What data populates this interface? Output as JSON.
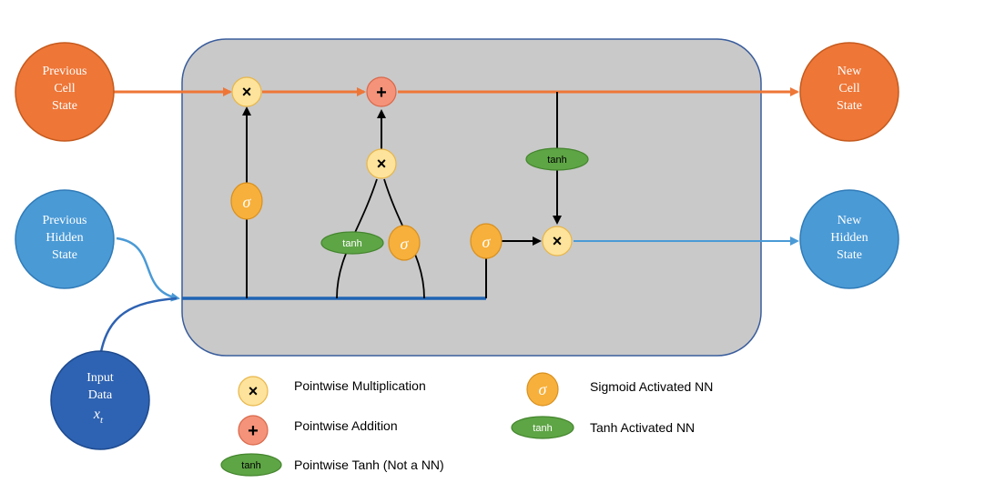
{
  "nodes": {
    "prev_cell_state": [
      "Previous",
      "Cell",
      "State"
    ],
    "new_cell_state": [
      "New",
      "Cell",
      "State"
    ],
    "prev_hidden_state": [
      "Previous",
      "Hidden",
      "State"
    ],
    "new_hidden_state": [
      "New",
      "Hidden",
      "State"
    ],
    "input_data": [
      "Input",
      "Data"
    ],
    "input_symbol": "x",
    "input_subscript": "t"
  },
  "ops": {
    "multiply": "×",
    "add": "+",
    "sigma": "σ",
    "tanh": "tanh"
  },
  "legend": {
    "multiplication": "Pointwise Multiplication",
    "addition": "Pointwise Addition",
    "pointwise_tanh": "Pointwise Tanh (Not a NN)",
    "sigmoid": "Sigmoid Activated NN",
    "tanh_nn": "Tanh Activated NN"
  },
  "colors": {
    "cell_orange": "#ee7637",
    "hidden_blue": "#4a9ad6",
    "input_navy": "#2e62b2",
    "box_gray": "#c9c9c9",
    "mult_fill": "#fde39b",
    "add_fill": "#f4937a",
    "sigma_fill": "#f7b03b",
    "tanh_green": "#5ea545",
    "line_blue": "#1f64b4"
  }
}
